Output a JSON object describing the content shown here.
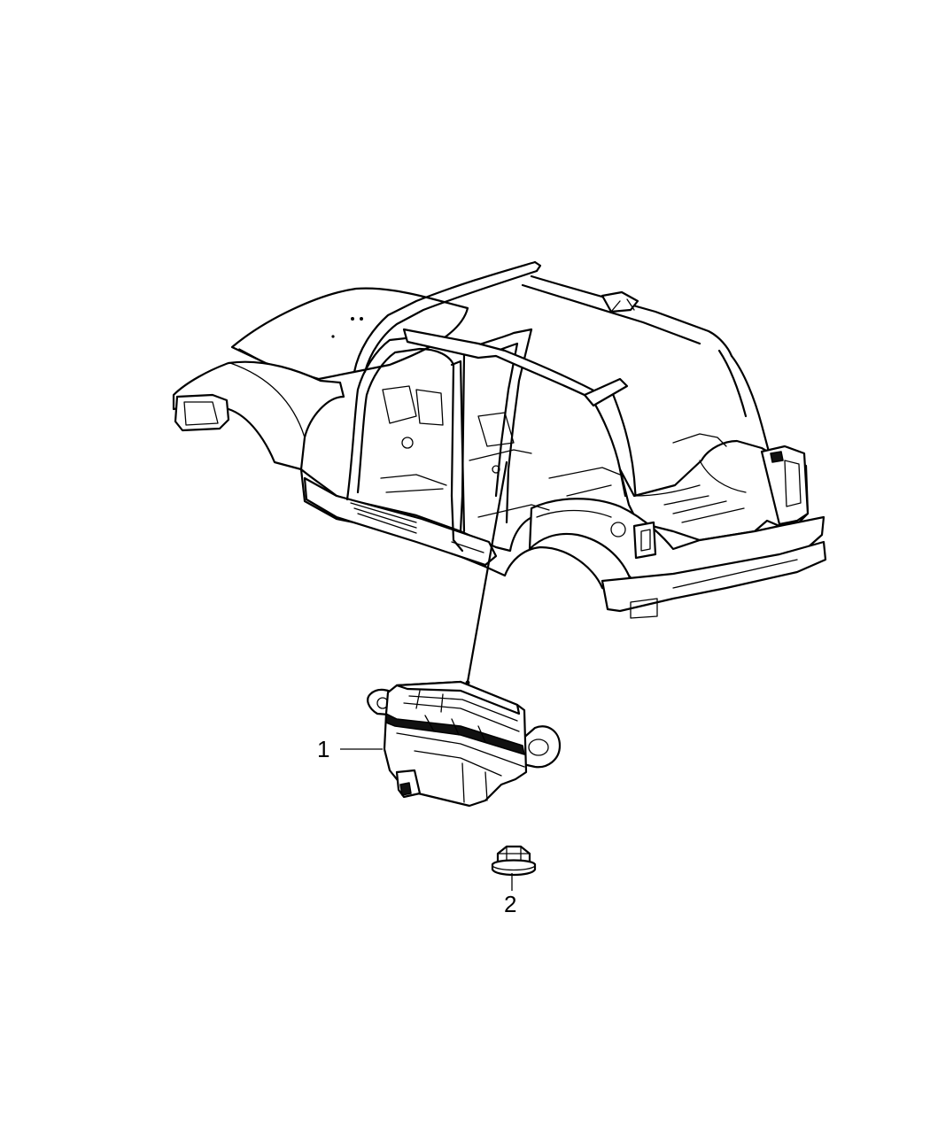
{
  "diagram": {
    "callouts": [
      {
        "id": 1,
        "label": "1"
      },
      {
        "id": 2,
        "label": "2"
      }
    ],
    "colors": {
      "line": "#000000",
      "background": "#ffffff"
    }
  }
}
